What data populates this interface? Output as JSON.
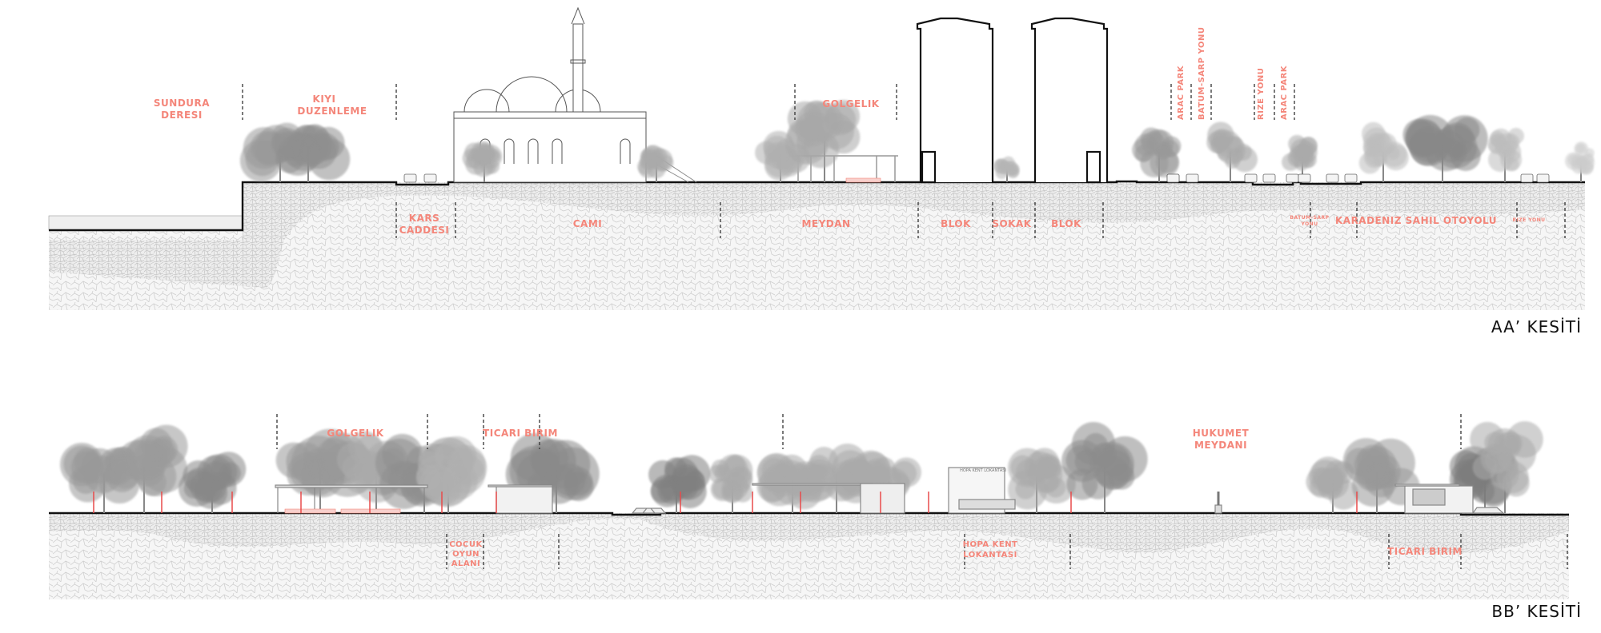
{
  "sections": {
    "aa": {
      "title": "AA’ KESİTİ",
      "upper_labels": {
        "sundura_deresi": [
          "SUNDURA",
          "DERESI"
        ],
        "kiyi_duzenleme": [
          "KIYI",
          "DUZENLEME"
        ],
        "golgelik": "GOLGELIK",
        "arac_park_1": "ARAC PARK",
        "batum_sarp_yonu": "BATUM-SARP YONU",
        "rize_yonu": "RIZE YONU",
        "arac_park_2": "ARAC PARK"
      },
      "lower_labels": {
        "kars_caddesi": [
          "KARS",
          "CADDESI"
        ],
        "cami": "CAMI",
        "meydan": "MEYDAN",
        "blok_1": "BLOK",
        "sokak": "SOKAK",
        "blok_2": "BLOK",
        "batum_sarp_yonu_small": [
          "BATUM-SARP",
          "YONU"
        ],
        "karadeniz_sahil_otoyolu": "KARADENIZ SAHIL OTOYOLU",
        "rize_yonu_small": "RIZE YONU"
      }
    },
    "bb": {
      "title": "BB’ KESİTİ",
      "upper_labels": {
        "golgelik": "GOLGELIK",
        "ticari_birim": "TICARI BIRIM",
        "hukumet_meydani": [
          "HUKUMET",
          "MEYDANI"
        ]
      },
      "lower_labels": {
        "cocuk_oyun_alani": [
          "COCUK",
          "OYUN",
          "ALANI"
        ],
        "hopa_kent_lokantasi": [
          "HOPA KENT",
          "LOKANTASI"
        ],
        "ticari_birim": "TICARI BIRIM"
      },
      "building_sign": "HOPA KENT LOKANTASI"
    }
  },
  "colors": {
    "label": "#f4867a",
    "ground_line": "#111111",
    "hatch": "#cfcfcf",
    "tree": "#8a8a8a",
    "accent_pole": "#e84a4a"
  }
}
